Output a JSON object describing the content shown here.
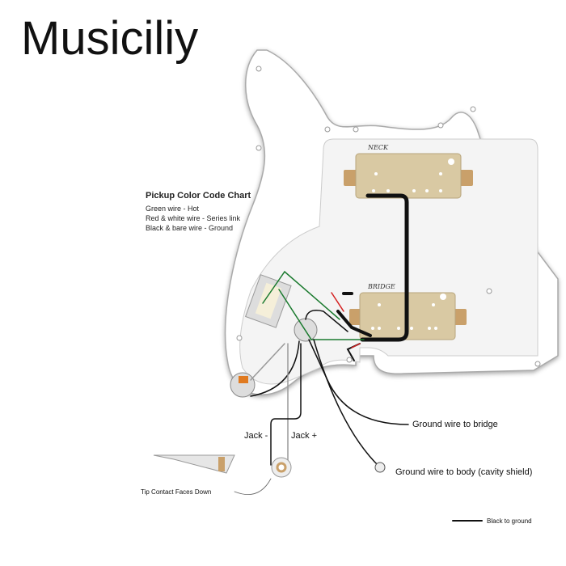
{
  "brand": "Musiciliy",
  "chart": {
    "title": "Pickup Color Code Chart",
    "lines": [
      "Green wire - Hot",
      "Red & white wire - Series link",
      "Black & bare wire - Ground"
    ]
  },
  "pickups": {
    "neck": "NECK",
    "bridge": "BRIDGE"
  },
  "labels": {
    "ground_bridge": "Ground wire to bridge",
    "jack_minus": "Jack -",
    "jack_plus": "Jack +",
    "ground_body": "Ground wire to body (cavity shield)",
    "tip_contact": "Tip Contact Faces Down",
    "legend": "Black to ground"
  },
  "colors": {
    "hot": "#1a7a2e",
    "series": "#d42020",
    "ground": "#111111",
    "pickup": "#d9c9a3",
    "pot": "#e07a20"
  }
}
